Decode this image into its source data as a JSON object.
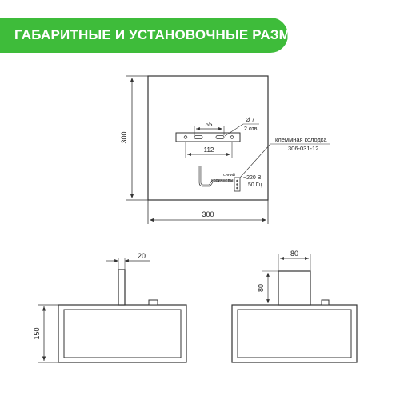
{
  "header": {
    "title": "ГАБАРИТНЫЕ И УСТАНОВОЧНЫЕ РАЗМЕРЫ",
    "color": "#3ebc3a"
  },
  "top_view": {
    "height_dim": "300",
    "width_dim": "300",
    "hole_spacing": "55",
    "bracket_length": "112",
    "hole_diameter": "Ø 7",
    "hole_count": "2 отв.",
    "terminal_block_label": "клеммная колодка",
    "terminal_block_model": "306-031-12",
    "wire_blue": "синий",
    "wire_brown": "коричневый",
    "voltage": "~220 В,",
    "frequency": "50 Гц"
  },
  "front_view": {
    "height_dim": "150",
    "mount_width_dim": "20"
  },
  "side_view": {
    "mount_width_dim": "80",
    "mount_height_dim": "80"
  }
}
